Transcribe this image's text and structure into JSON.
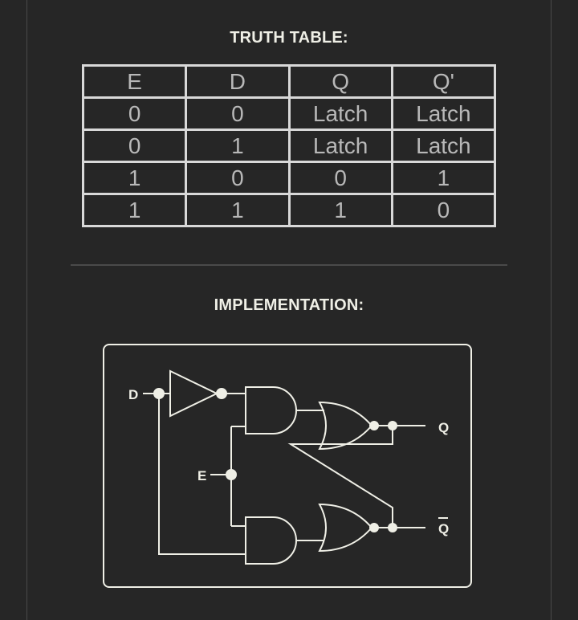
{
  "headings": {
    "truth_table": "TRUTH TABLE:",
    "implementation": "IMPLEMENTATION:"
  },
  "truth_table": {
    "headers": [
      "E",
      "D",
      "Q",
      "Q'"
    ],
    "rows": [
      [
        "0",
        "0",
        "Latch",
        "Latch"
      ],
      [
        "0",
        "1",
        "Latch",
        "Latch"
      ],
      [
        "1",
        "0",
        "0",
        "1"
      ],
      [
        "1",
        "1",
        "1",
        "0"
      ]
    ]
  },
  "circuit": {
    "labels": {
      "d": "D",
      "e": "E",
      "q": "Q",
      "q_bar": "Q"
    }
  },
  "colors": {
    "background": "#262626",
    "line": "#efefe6",
    "table_border": "#d8d8d8",
    "table_text": "#b8b8b8"
  }
}
